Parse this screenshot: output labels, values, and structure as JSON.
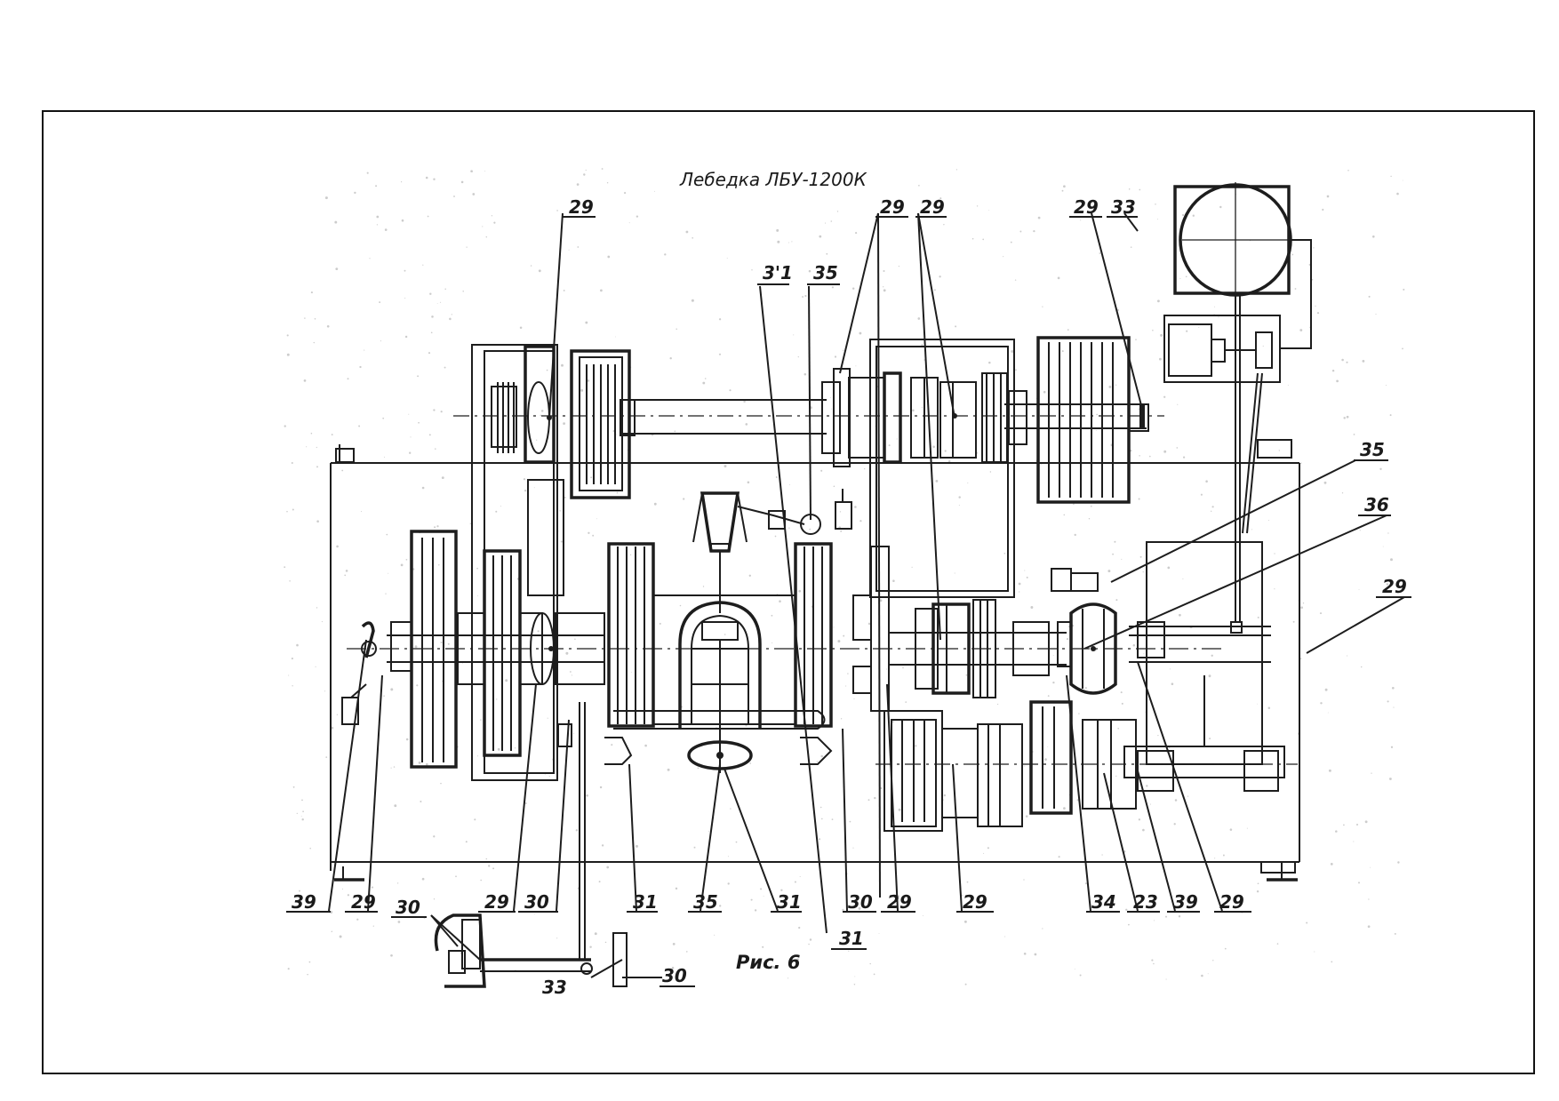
{
  "diagram": {
    "title": "Лебедка ЛБУ-1200К",
    "caption": "Рис. 6",
    "callouts": [
      {
        "id": "c-29-a",
        "text": "29"
      },
      {
        "id": "c-29-b",
        "text": "29"
      },
      {
        "id": "c-29-c",
        "text": "29"
      },
      {
        "id": "c-29-d",
        "text": "29"
      },
      {
        "id": "c-33-a",
        "text": "33"
      },
      {
        "id": "c-3-1",
        "text": "3'1"
      },
      {
        "id": "c-35-a",
        "text": "35"
      },
      {
        "id": "c-35-b",
        "text": "35"
      },
      {
        "id": "c-36",
        "text": "36"
      },
      {
        "id": "c-29-e",
        "text": "29"
      },
      {
        "id": "c-39-a",
        "text": "39"
      },
      {
        "id": "c-29-f",
        "text": "29"
      },
      {
        "id": "c-29-g",
        "text": "29"
      },
      {
        "id": "c-30-a",
        "text": "30"
      },
      {
        "id": "c-31-a",
        "text": "31"
      },
      {
        "id": "c-35-c",
        "text": "35"
      },
      {
        "id": "c-31-b",
        "text": "31"
      },
      {
        "id": "c-30-b",
        "text": "30"
      },
      {
        "id": "c-29-h",
        "text": "29"
      },
      {
        "id": "c-29-i",
        "text": "29"
      },
      {
        "id": "c-34",
        "text": "34"
      },
      {
        "id": "c-23",
        "text": "23"
      },
      {
        "id": "c-39-b",
        "text": "39"
      },
      {
        "id": "c-29-j",
        "text": "29"
      },
      {
        "id": "c-31-c",
        "text": "31"
      },
      {
        "id": "c-30-c",
        "text": "30"
      },
      {
        "id": "c-30-d",
        "text": "30"
      },
      {
        "id": "c-33-b",
        "text": "33"
      }
    ]
  }
}
